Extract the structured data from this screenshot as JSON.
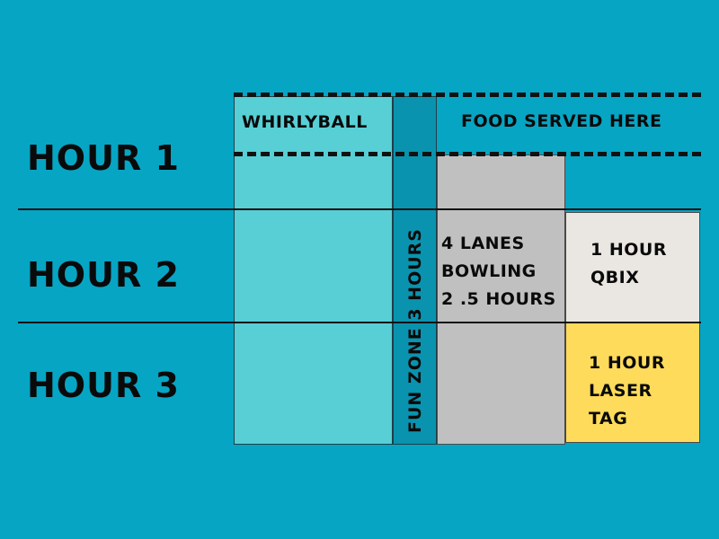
{
  "rows": [
    {
      "label": "HOUR 1"
    },
    {
      "label": "HOUR 2"
    },
    {
      "label": "HOUR 3"
    }
  ],
  "activities": {
    "whirlyball": "WHIRLYBALL",
    "food": "FOOD SERVED HERE",
    "funzone": "FUN ZONE  3  HOURS",
    "bowling": [
      "4 LANES",
      "BOWLING",
      "2 .5 HOURS"
    ],
    "qbix": [
      "1 HOUR",
      "QBIX"
    ],
    "laser": [
      "1 HOUR",
      "LASER",
      "TAG"
    ]
  },
  "colors": {
    "background": "#06a5c4",
    "whirlyball": "#57cfd5",
    "funzone": "#0a93ae",
    "bowling": "#c0c0c0",
    "qbix": "#eae7e2",
    "laser": "#ffdb5c"
  }
}
